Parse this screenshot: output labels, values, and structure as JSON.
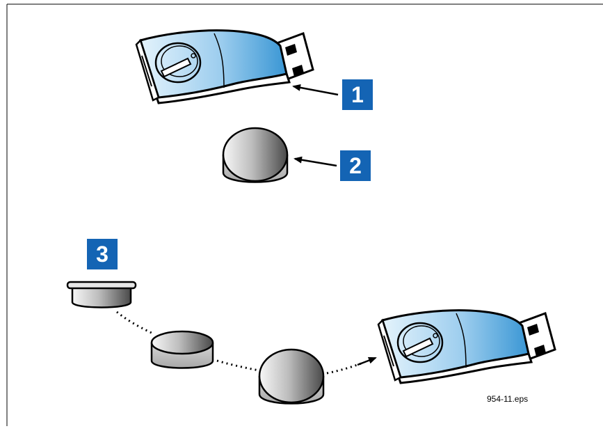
{
  "steps": [
    {
      "number": "1",
      "target": "usb-key"
    },
    {
      "number": "2",
      "target": "battery-cap"
    },
    {
      "number": "3",
      "target": "battery-sequence"
    }
  ],
  "file_label": "954-11.eps",
  "colors": {
    "badge": "#1464b4",
    "usb_body_light": "#dff0fb",
    "usb_body_dark": "#3a9ad6",
    "outline": "#000000",
    "metal_light": "#f4f4f4",
    "metal_dark": "#5a5a5a",
    "frame": "#000000"
  },
  "icons": [
    "usb-key-icon",
    "battery-icon",
    "arrow-icon",
    "battery-cap-icon"
  ]
}
